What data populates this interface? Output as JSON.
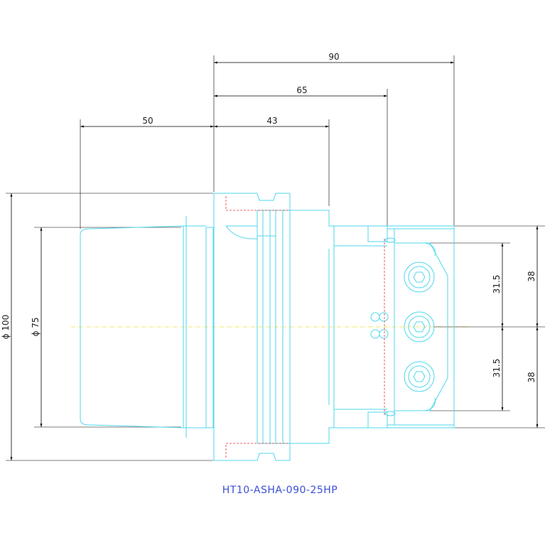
{
  "drawing": {
    "part_number": "HT10-ASHA-090-25HP",
    "dimensions": {
      "d90": "90",
      "d65": "65",
      "d43": "43",
      "d50": "50",
      "dia100": "ϕ 100",
      "dia75": "ϕ 75",
      "h31_5_top": "31.5",
      "h31_5_bottom": "31.5",
      "h38_top": "38",
      "h38_bottom": "38"
    },
    "colors": {
      "part_outline": "#4fd7ee",
      "dimension": "#000000",
      "hidden_line": "#e8332f",
      "center_line": "#e6df3a",
      "title": "#3d4fd8"
    }
  }
}
